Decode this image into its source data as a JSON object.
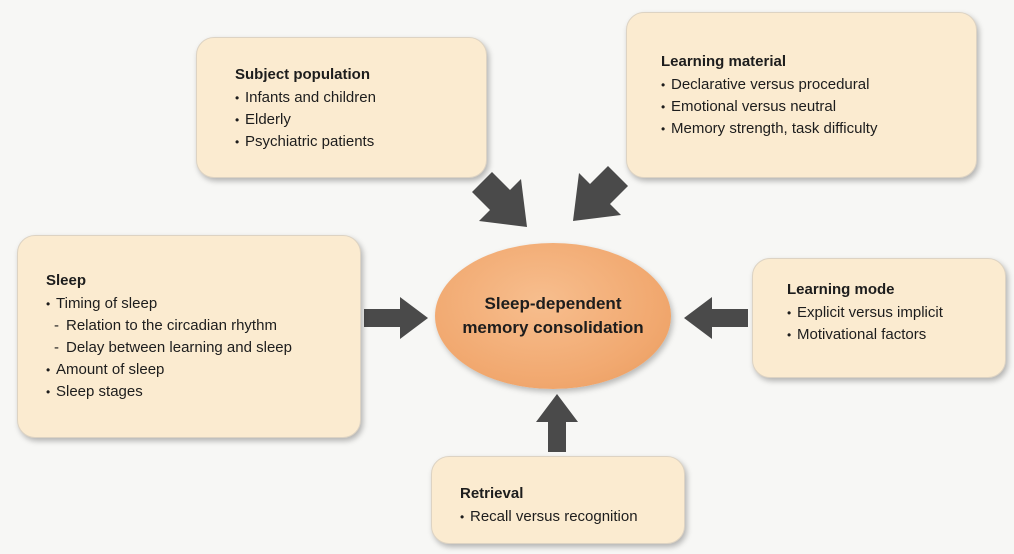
{
  "center": {
    "line1": "Sleep-dependent",
    "line2": "memory consolidation"
  },
  "boxes": {
    "subject_population": {
      "title": "Subject population",
      "items": [
        "Infants and children",
        "Elderly",
        "Psychiatric patients"
      ]
    },
    "learning_material": {
      "title": "Learning material",
      "items": [
        "Declarative versus procedural",
        "Emotional versus neutral",
        "Memory strength, task difficulty"
      ]
    },
    "sleep": {
      "title": "Sleep",
      "items": [
        "Timing of sleep",
        "Relation to the circadian rhythm",
        "Delay between learning and sleep",
        "Amount of sleep",
        "Sleep stages"
      ]
    },
    "learning_mode": {
      "title": "Learning mode",
      "items": [
        "Explicit versus implicit",
        "Motivational factors"
      ]
    },
    "retrieval": {
      "title": "Retrieval",
      "items": [
        "Recall versus recognition"
      ]
    }
  },
  "colors": {
    "box_fill": "#fbebd0",
    "center_fill": "#f1a86f",
    "arrow": "#4a4a4a"
  }
}
